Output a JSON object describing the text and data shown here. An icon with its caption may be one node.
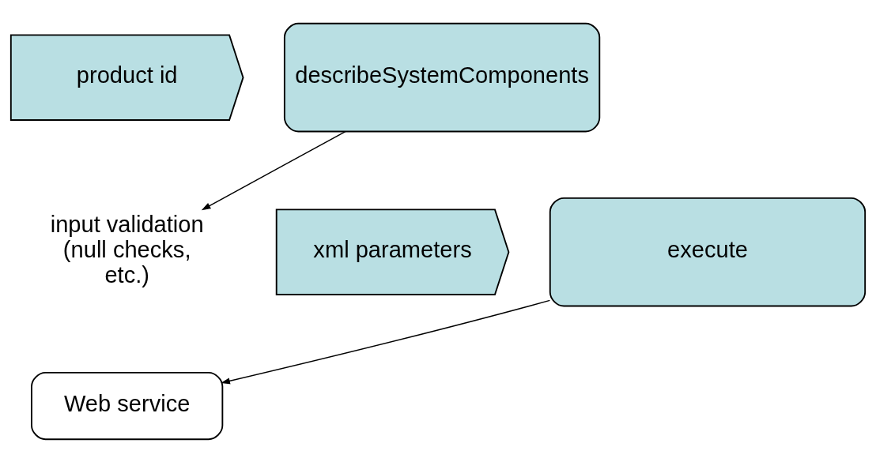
{
  "diagram": {
    "nodes": [
      {
        "text": [
          "product id"
        ]
      },
      {
        "text": [
          "describeSystemComponents"
        ]
      },
      {
        "text": [
          "input validation (null checks, etc.)"
        ]
      },
      {
        "text": [
          "xml parameters"
        ]
      },
      {
        "text": [
          "execute"
        ]
      },
      {
        "text": [
          "Web service"
        ]
      }
    ],
    "edges": [
      {
        "from": 1,
        "to": 2,
        "arrow": "to"
      },
      {
        "from": 4,
        "to": 5,
        "arrow": "to"
      }
    ]
  }
}
